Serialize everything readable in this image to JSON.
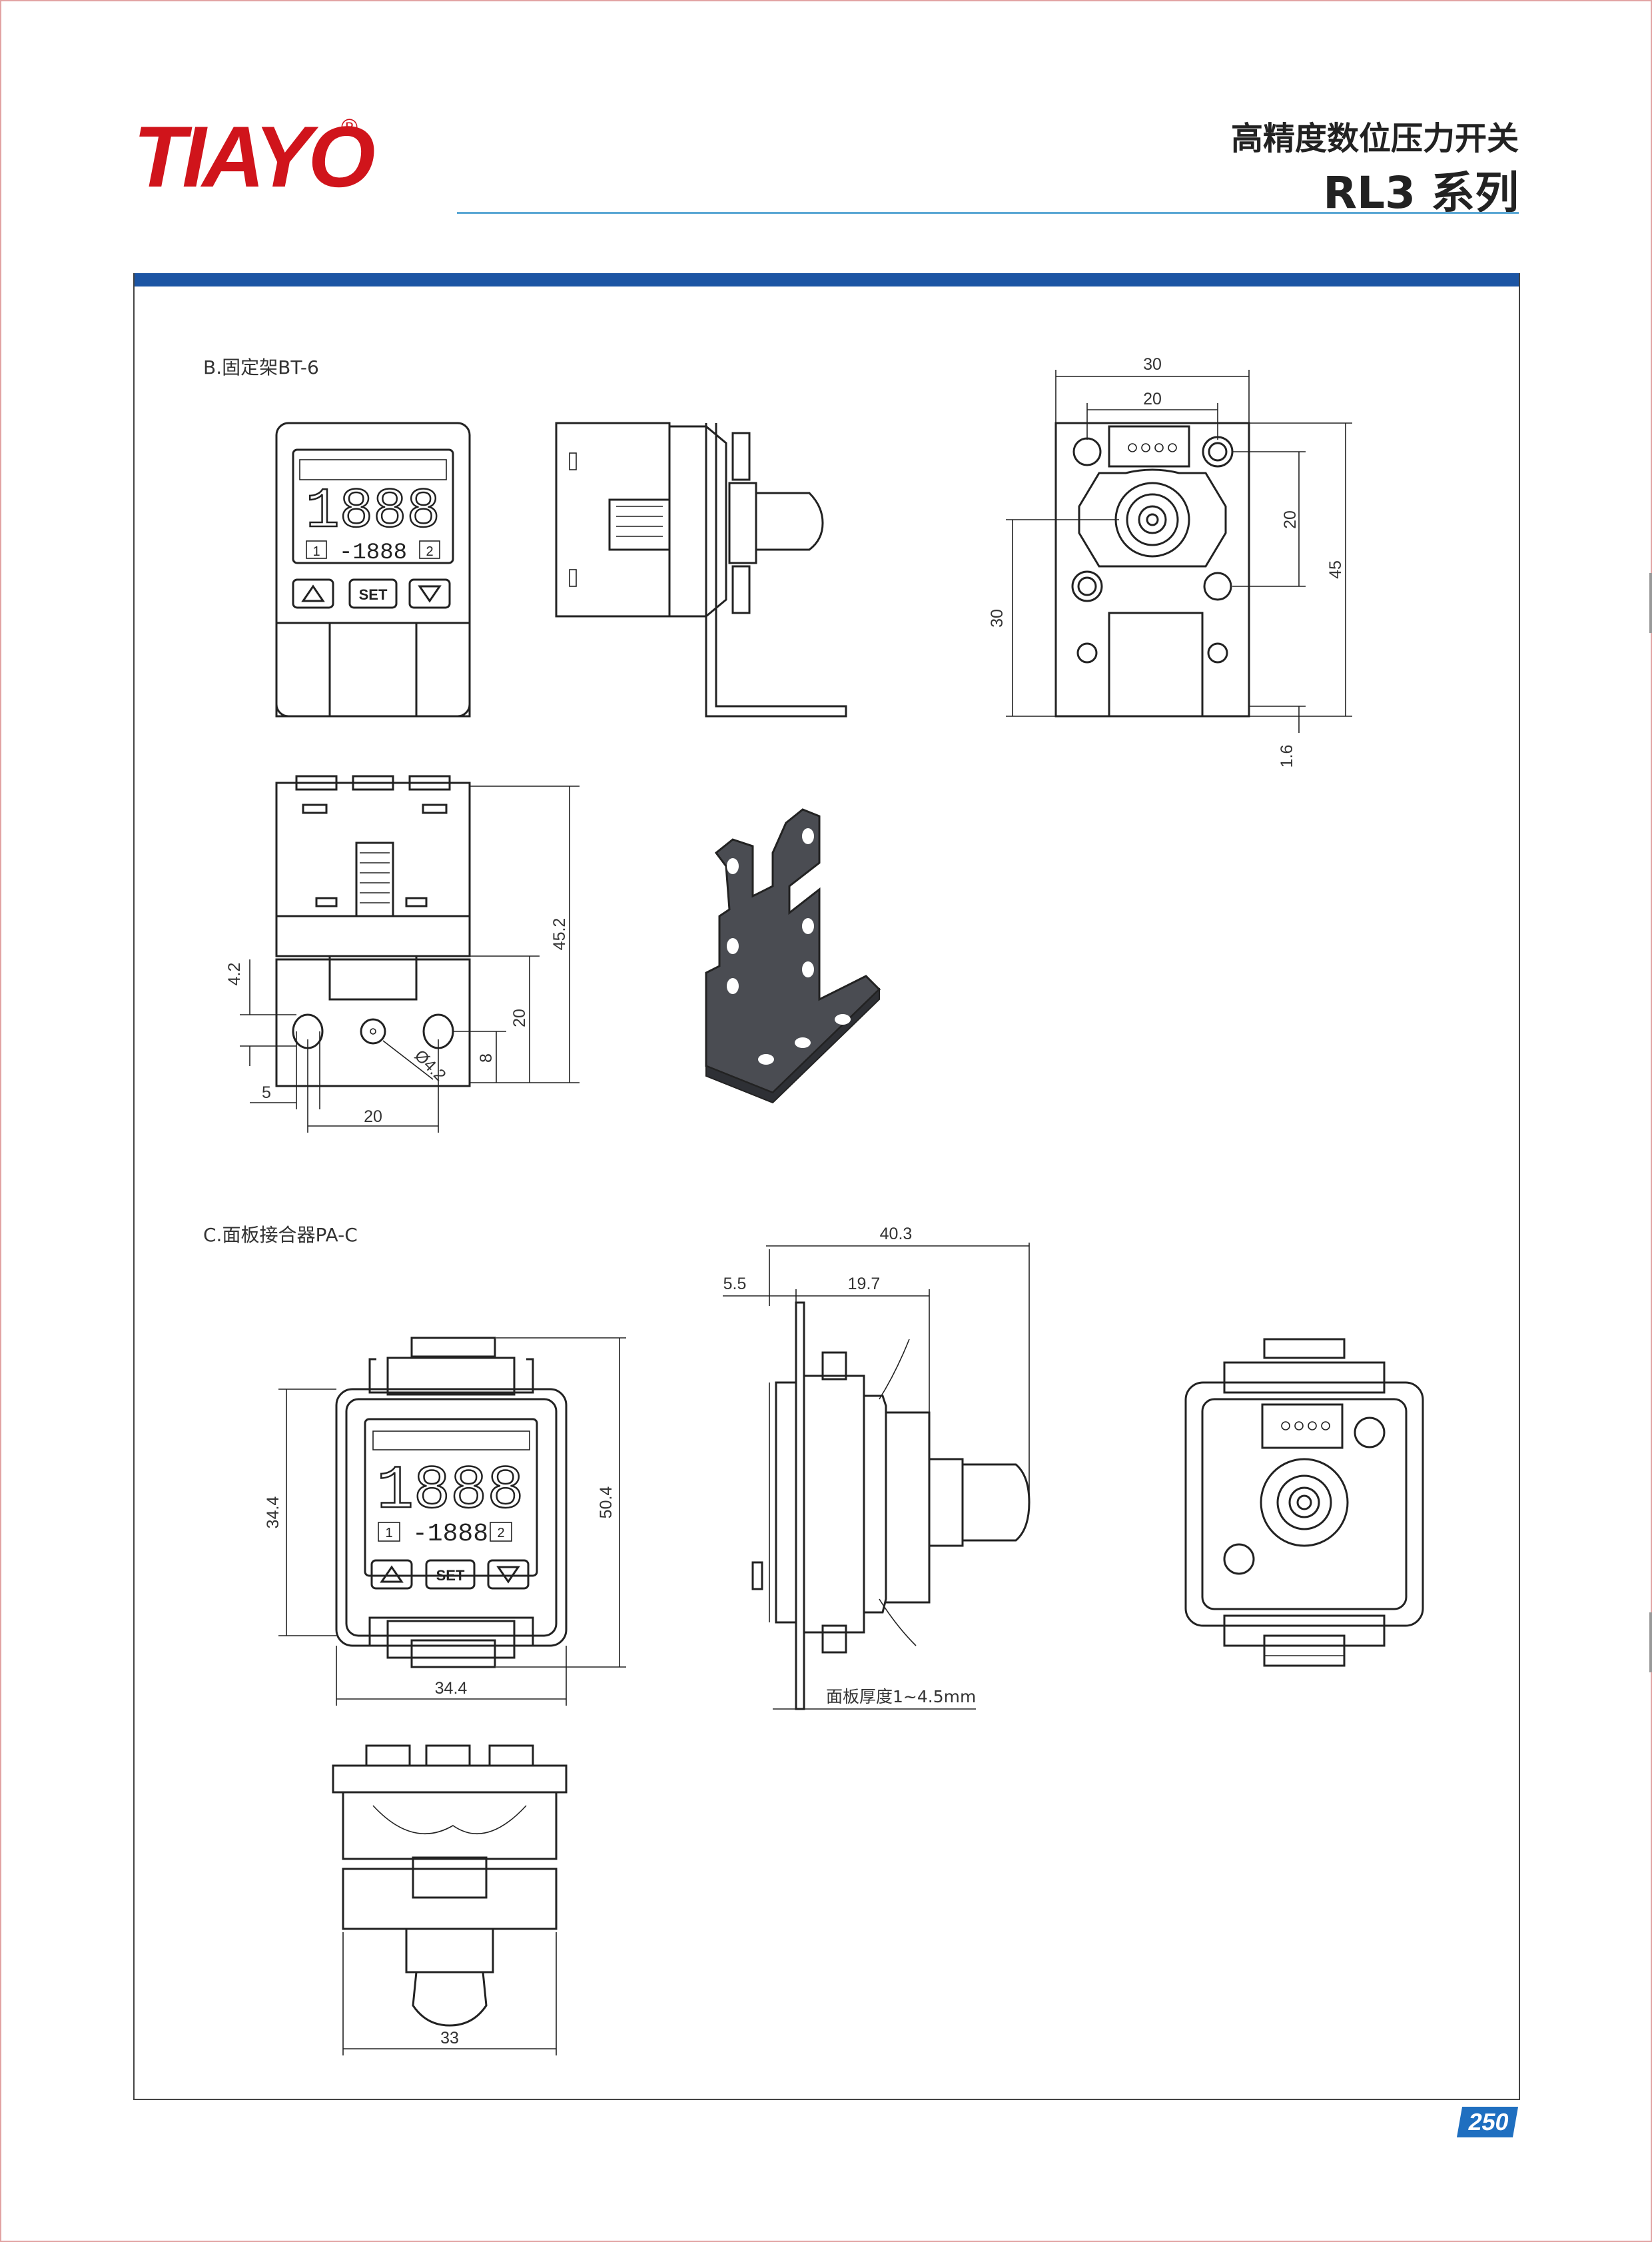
{
  "brand": {
    "logo_text": "TIAYO",
    "registered_mark": "®",
    "color": "#d0141b"
  },
  "header": {
    "subtitle": "高精度数位压力开关",
    "series": "RL3 系列"
  },
  "accent_color": "#1c55a4",
  "sections": {
    "b_label": "B.固定架BT-6",
    "c_label": "C.面板接合器PA-C"
  },
  "device": {
    "display_main": "1888",
    "display_sub": "-1888",
    "btn_set": "SET",
    "label_1": "1",
    "label_2": "2"
  },
  "dims_b": {
    "top_right_w30": "30",
    "top_right_w20": "20",
    "top_right_h20": "20",
    "top_right_h45": "45",
    "top_right_h30": "30",
    "top_right_t16": "1.6",
    "bottom_h452": "45.2",
    "bottom_h42": "4.2",
    "bottom_h20": "20",
    "bottom_h8": "8",
    "bottom_w5": "5",
    "bottom_w20": "20",
    "bottom_dia": "Ø4.2"
  },
  "dims_c": {
    "front_h344": "34.4",
    "front_h504": "50.4",
    "front_w344": "34.4",
    "side_w403": "40.3",
    "side_w55": "5.5",
    "side_w197": "19.7",
    "panel_thickness": "面板厚度1~4.5mm",
    "bottom_w33": "33"
  },
  "page_number": "250"
}
